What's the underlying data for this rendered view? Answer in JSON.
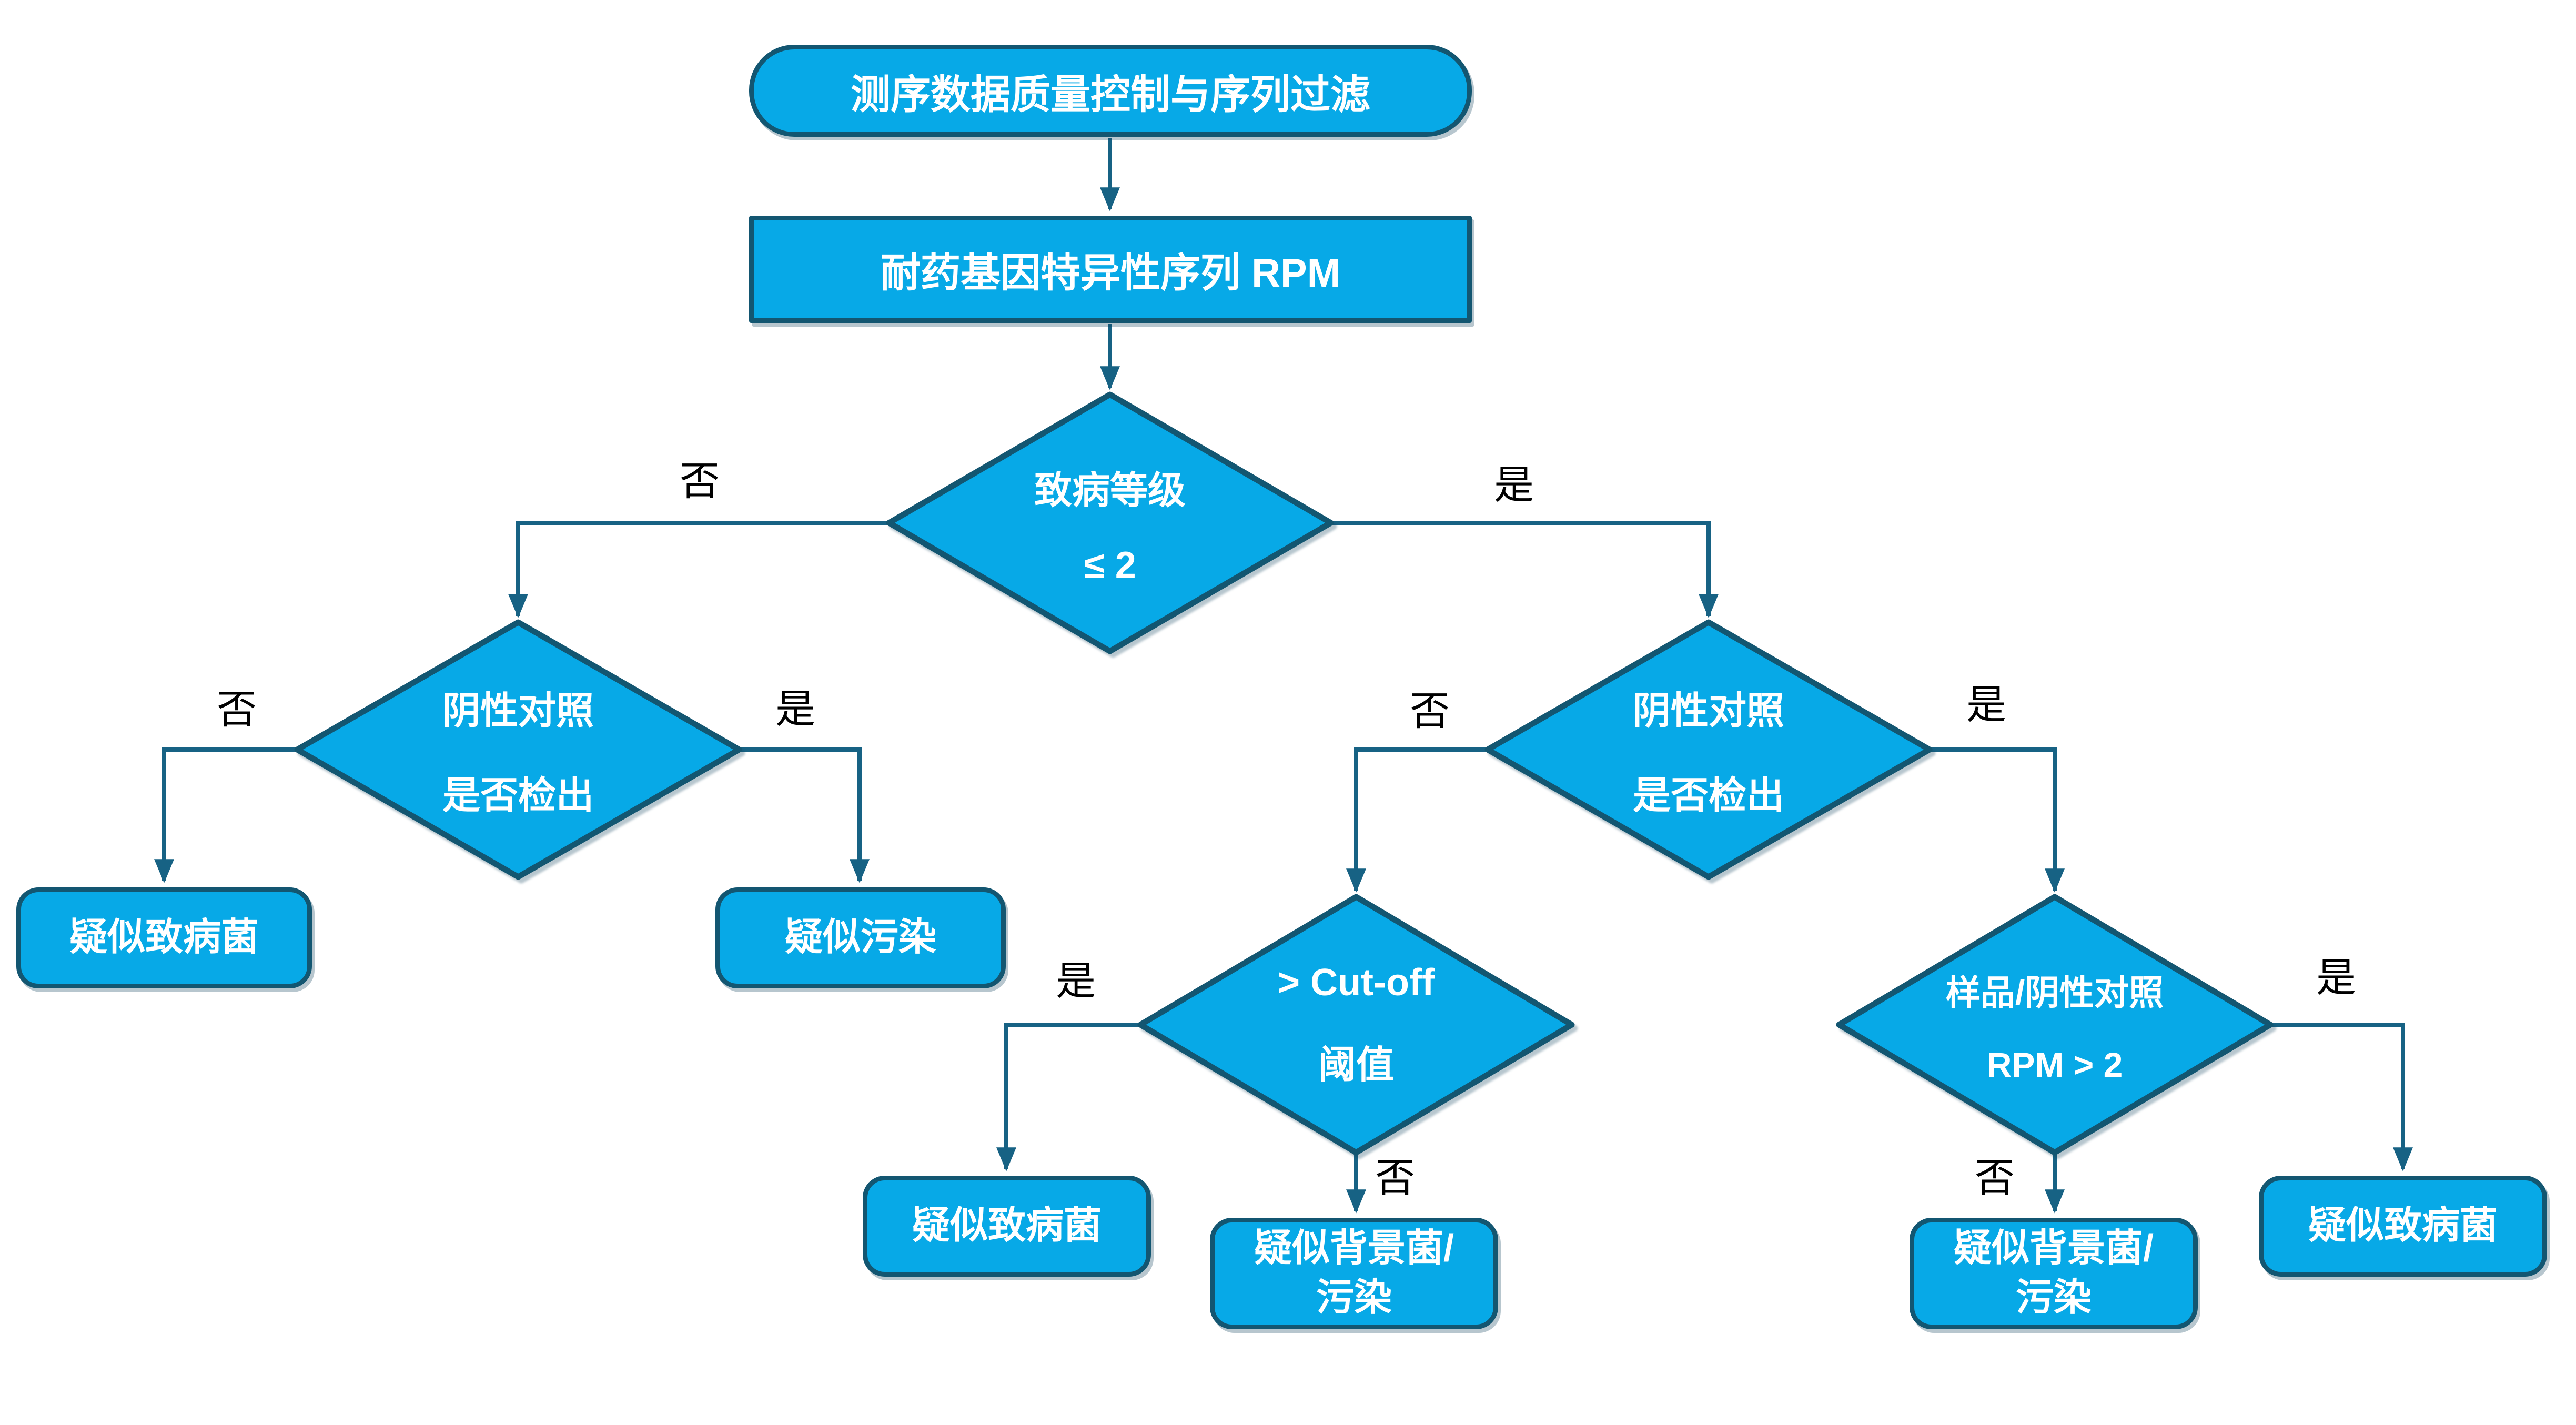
{
  "nodes": {
    "start": {
      "shape": "terminator",
      "label": "测序数据质量控制与序列过滤"
    },
    "rpm": {
      "shape": "process",
      "label": "耐药基因特异性序列 RPM"
    },
    "decision_level": {
      "shape": "decision",
      "line1": "致病等级",
      "line2": "≤ 2"
    },
    "decision_neg_left": {
      "shape": "decision",
      "line1": "阴性对照",
      "line2": "是否检出"
    },
    "decision_neg_right": {
      "shape": "decision",
      "line1": "阴性对照",
      "line2": "是否检出"
    },
    "decision_cutoff": {
      "shape": "decision",
      "line1": "> Cut-off",
      "line2": "阈值"
    },
    "decision_ratio": {
      "shape": "decision",
      "line1": "样品/阴性对照",
      "line2": "RPM > 2"
    },
    "result_pathogen_left": {
      "shape": "result",
      "label": "疑似致病菌"
    },
    "result_contamination": {
      "shape": "result",
      "label": "疑似污染"
    },
    "result_pathogen_mid": {
      "shape": "result",
      "label": "疑似致病菌"
    },
    "result_background_mid": {
      "shape": "result",
      "line1": "疑似背景菌/",
      "line2": "污染"
    },
    "result_background_right": {
      "shape": "result",
      "line1": "疑似背景菌/",
      "line2": "污染"
    },
    "result_pathogen_right": {
      "shape": "result",
      "label": "疑似致病菌"
    }
  },
  "edge_labels": {
    "level_no": "否",
    "level_yes": "是",
    "neg_left_no": "否",
    "neg_left_yes": "是",
    "neg_right_no": "否",
    "neg_right_yes": "是",
    "cutoff_yes": "是",
    "cutoff_no": "否",
    "ratio_no": "否",
    "ratio_yes": "是"
  },
  "colors": {
    "node_fill": "#07A9E7",
    "node_border": "#135671",
    "connector": "#176284",
    "node_text": "#FFFFFF",
    "branch_label_text": "#000000",
    "background": "#FFFFFF"
  }
}
